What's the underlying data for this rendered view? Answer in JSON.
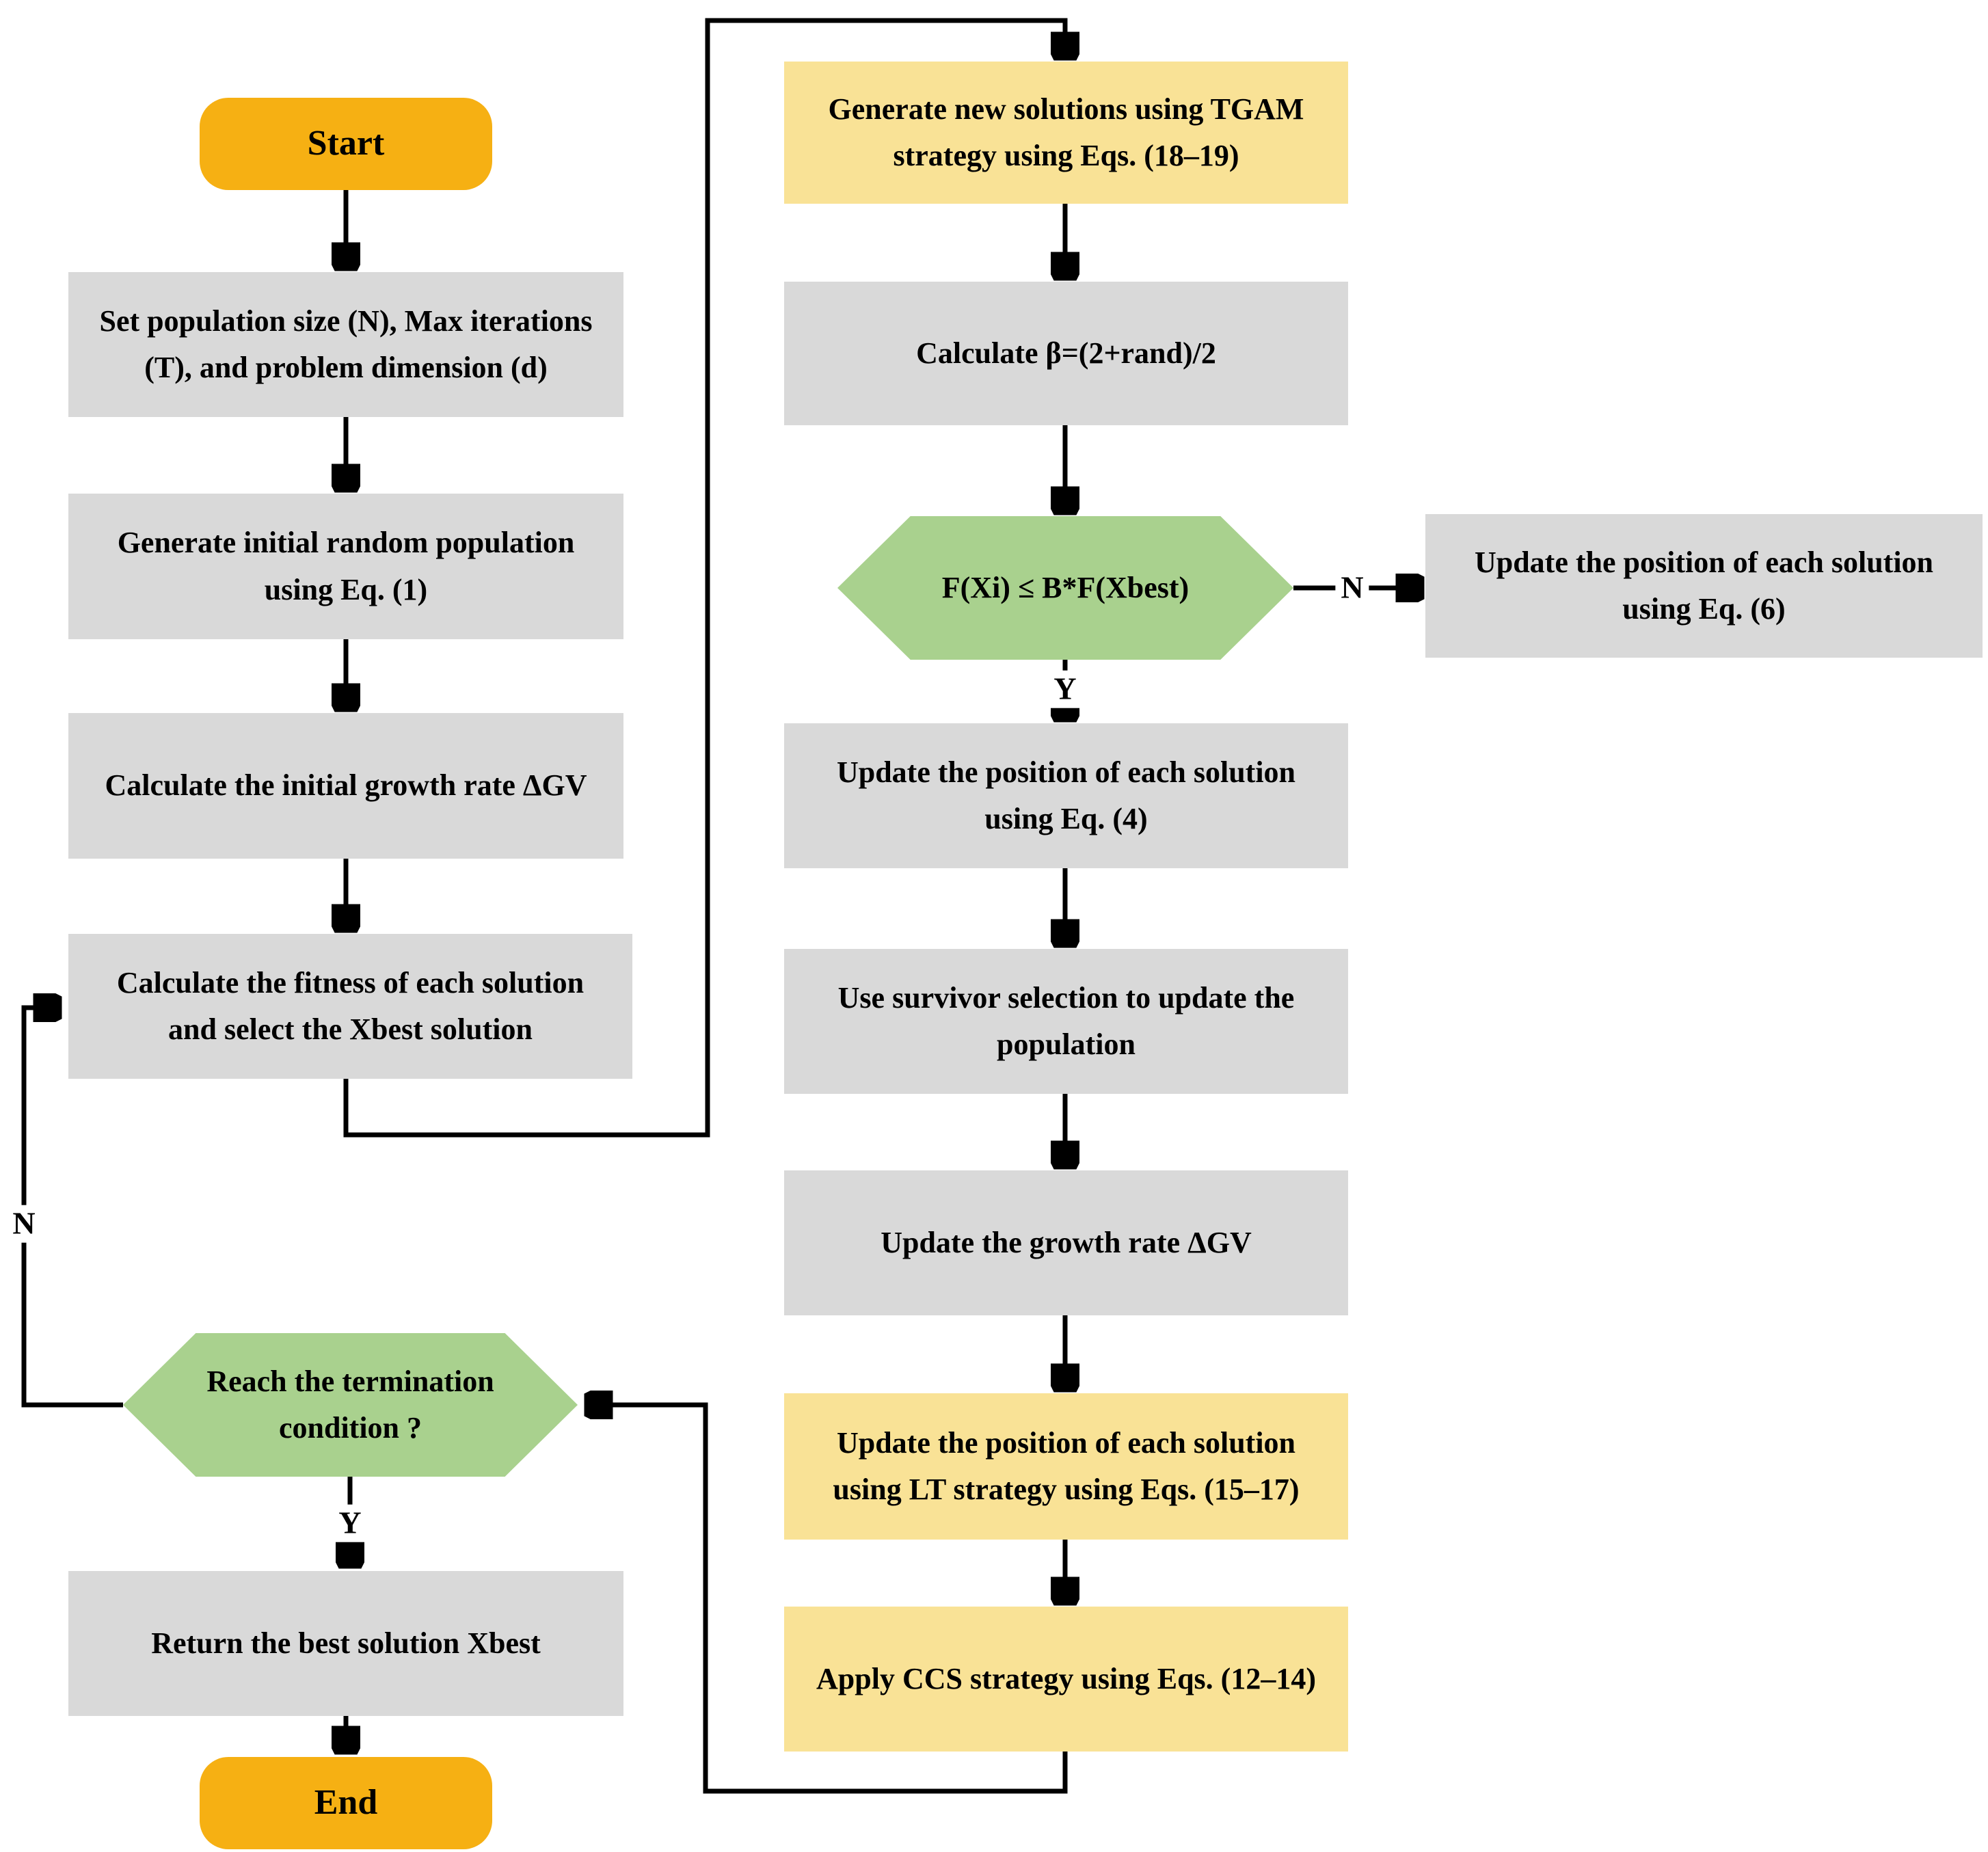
{
  "diagram": {
    "type": "flowchart",
    "nodes": {
      "start": {
        "label": "Start",
        "shape": "terminal"
      },
      "set_params": {
        "label": "Set population size (N), Max iterations\n(T), and problem dimension (d)",
        "shape": "process"
      },
      "init_population": {
        "label": "Generate initial random population\nusing Eq. (1)",
        "shape": "process"
      },
      "init_growth": {
        "label": "Calculate the initial growth rate ΔGV",
        "shape": "process"
      },
      "fitness_select": {
        "label": "Calculate the fitness of each solution\nand select the Xbest solution",
        "shape": "process"
      },
      "tgam": {
        "label": "Generate new solutions using TGAM\nstrategy using Eqs. (18–19)",
        "shape": "highlight"
      },
      "beta": {
        "label": "Calculate β=(2+rand)/2",
        "shape": "process"
      },
      "cond_fitness": {
        "label": "F(Xi) ≤ B*F(Xbest)",
        "shape": "decision"
      },
      "update_eq6": {
        "label": "Update the position of each solution\nusing Eq. (6)",
        "shape": "process"
      },
      "update_eq4": {
        "label": "Update the position of each solution\nusing Eq. (4)",
        "shape": "process"
      },
      "survivor": {
        "label": "Use survivor selection to update the\npopulation",
        "shape": "process"
      },
      "update_growth": {
        "label": "Update the growth rate ΔGV",
        "shape": "process"
      },
      "lt_strategy": {
        "label": "Update the position of each solution\nusing LT strategy using Eqs. (15–17)",
        "shape": "highlight"
      },
      "ccs_strategy": {
        "label": "Apply CCS strategy using Eqs. (12–14)",
        "shape": "highlight"
      },
      "cond_termination": {
        "label": "Reach the termination\ncondition ?",
        "shape": "decision"
      },
      "return_best": {
        "label": "Return the best solution Xbest",
        "shape": "process"
      },
      "end": {
        "label": "End",
        "shape": "terminal"
      }
    },
    "branch_labels": {
      "cond_fitness_no": "N",
      "cond_fitness_yes": "Y",
      "cond_termination_no": "N",
      "cond_termination_yes": "Y"
    },
    "edges": [
      {
        "from": "start",
        "to": "set_params"
      },
      {
        "from": "set_params",
        "to": "init_population"
      },
      {
        "from": "init_population",
        "to": "init_growth"
      },
      {
        "from": "init_growth",
        "to": "fitness_select"
      },
      {
        "from": "fitness_select",
        "to": "tgam"
      },
      {
        "from": "tgam",
        "to": "beta"
      },
      {
        "from": "beta",
        "to": "cond_fitness"
      },
      {
        "from": "cond_fitness",
        "to": "update_eq6",
        "label": "N"
      },
      {
        "from": "cond_fitness",
        "to": "update_eq4",
        "label": "Y"
      },
      {
        "from": "update_eq4",
        "to": "survivor"
      },
      {
        "from": "survivor",
        "to": "update_growth"
      },
      {
        "from": "update_growth",
        "to": "lt_strategy"
      },
      {
        "from": "lt_strategy",
        "to": "ccs_strategy"
      },
      {
        "from": "ccs_strategy",
        "to": "cond_termination"
      },
      {
        "from": "cond_termination",
        "to": "fitness_select",
        "label": "N"
      },
      {
        "from": "cond_termination",
        "to": "return_best",
        "label": "Y"
      },
      {
        "from": "return_best",
        "to": "end"
      }
    ],
    "colors": {
      "terminal": "#F6B013",
      "process": "#D9D9D9",
      "highlight": "#F9E296",
      "decision": "#A9D18E",
      "line": "#000000",
      "text": "#000000",
      "background": "#FFFFFF"
    }
  }
}
